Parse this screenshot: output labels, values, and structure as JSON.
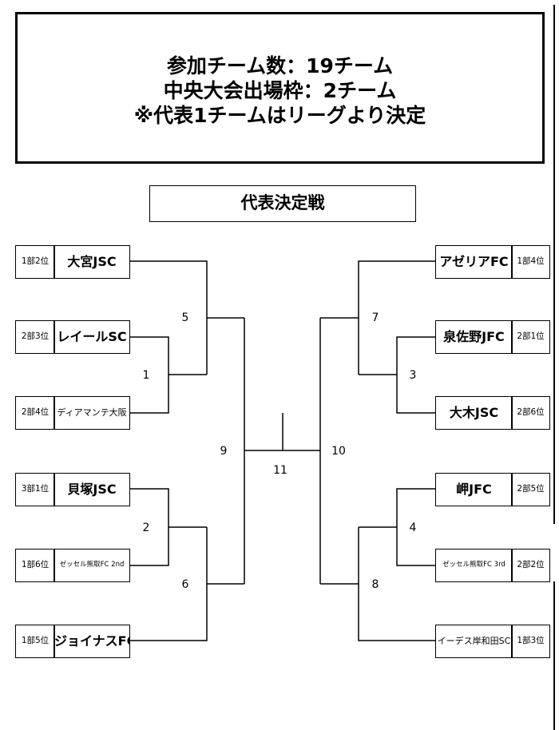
{
  "header": {
    "lines": [
      "参加チーム数：19チーム",
      "中央大会出場枠：2チーム",
      "※代表1チームはリーグより決定"
    ]
  },
  "bracket_title": "代表決定戦",
  "left_teams": [
    {
      "rank": "1部2位",
      "name": "大宮JSC"
    },
    {
      "rank": "2部3位",
      "name": "レイールSC"
    },
    {
      "rank": "2部4位",
      "name": "ディアマンテ大阪"
    },
    {
      "rank": "3部1位",
      "name": "貝塚JSC"
    },
    {
      "rank": "1部6位",
      "name": "ゼッセル熊取FC 2nd"
    },
    {
      "rank": "1部5位",
      "name": "ジョイナスFC"
    }
  ],
  "right_teams": [
    {
      "rank": "1部4位",
      "name": "アゼリアFC"
    },
    {
      "rank": "2部1位",
      "name": "泉佐野JFC"
    },
    {
      "rank": "2部6位",
      "name": "大木JSC"
    },
    {
      "rank": "2部5位",
      "name": "岬JFC"
    },
    {
      "rank": "2部2位",
      "name": "ゼッセル熊取FC 3rd"
    },
    {
      "rank": "1部3位",
      "name": "イーデス岸和田SC"
    }
  ],
  "match_numbers": {
    "m1": "1",
    "m2": "2",
    "m3": "3",
    "m4": "4",
    "m5": "5",
    "m6": "6",
    "m7": "7",
    "m8": "8",
    "m9": "9",
    "m10": "10",
    "m11": "11"
  }
}
